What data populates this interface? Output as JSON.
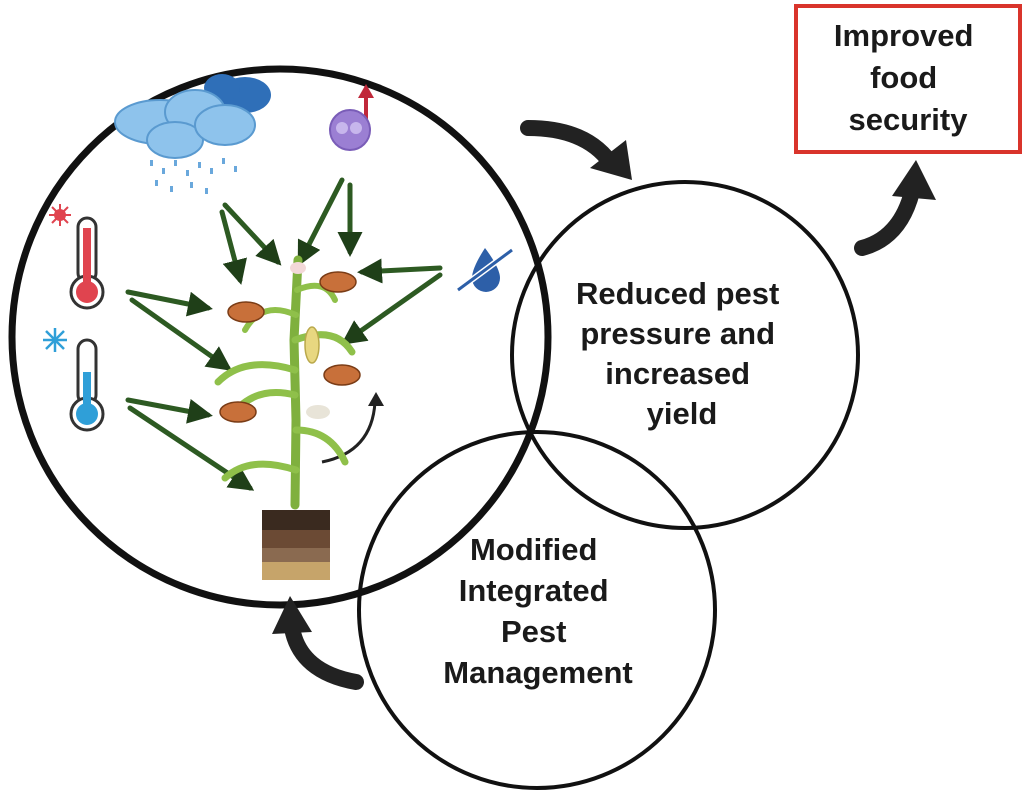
{
  "nodes": {
    "outcome": {
      "lines": [
        "Improved",
        "food",
        "security"
      ],
      "border_color": "#d9342b"
    },
    "yield": {
      "lines": [
        "Reduced pest",
        "pressure and",
        "increased",
        "yield"
      ]
    },
    "ipm": {
      "lines": [
        "Modified",
        "Integrated",
        "Pest",
        "Management"
      ]
    }
  },
  "icons": [
    "rain-cloud-icon",
    "co2-rising-icon",
    "hot-thermometer-icon",
    "cold-thermometer-icon",
    "drought-icon",
    "maize-plant-icon",
    "pest-insect-icon",
    "soil-profile-icon"
  ],
  "colors": {
    "outline": "#111111",
    "influence_arrow": "#2d5a22",
    "flow_arrow": "#222222",
    "outcome_border": "#d9342b",
    "cloud": "#8ec3ec",
    "hot": "#e0444f",
    "cold": "#2f9fd8",
    "co2": "#9b7fd3",
    "drought": "#2d5fa8",
    "plant": "#8fc04a",
    "pest": "#c8703a"
  }
}
